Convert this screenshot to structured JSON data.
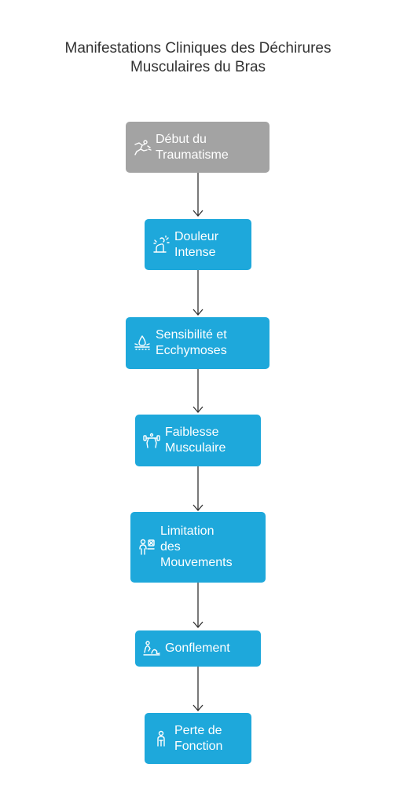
{
  "title": {
    "line1": "Manifestations Cliniques des Déchirures",
    "line2": "Musculaires du Bras"
  },
  "colors": {
    "start_node": "#a3a3a3",
    "step_node": "#1ea8db",
    "connector": "#333333",
    "title_text": "#333333"
  },
  "nodes": [
    {
      "label": "Début du\nTraumatisme",
      "icon": "injury-icon",
      "kind": "start"
    },
    {
      "label": "Douleur\nIntense",
      "icon": "pain-icon",
      "kind": "step"
    },
    {
      "label": "Sensibilité et\nEcchymoses",
      "icon": "bruise-icon",
      "kind": "step"
    },
    {
      "label": "Faiblesse\nMusculaire",
      "icon": "weak-muscle-icon",
      "kind": "step"
    },
    {
      "label": "Limitation\ndes\nMouvements",
      "icon": "limited-movement-icon",
      "kind": "step"
    },
    {
      "label": "Gonflement",
      "icon": "swelling-icon",
      "kind": "step"
    },
    {
      "label": "Perte de\nFonction",
      "icon": "person-icon",
      "kind": "step"
    }
  ]
}
